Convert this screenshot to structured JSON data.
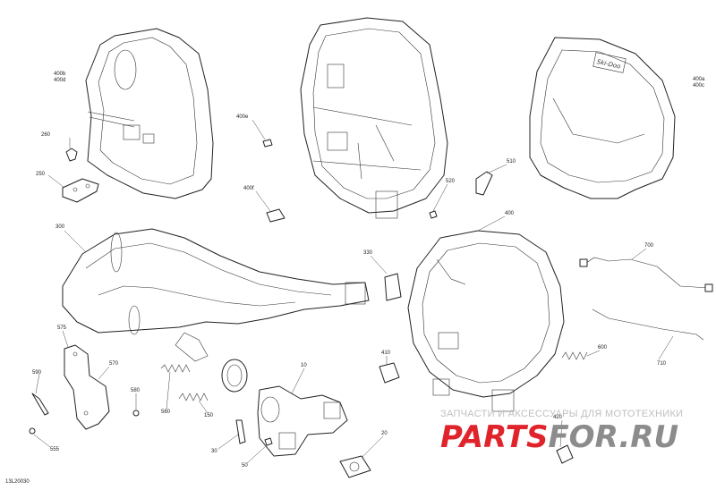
{
  "diagram": {
    "reference_code": "13L20030",
    "callouts": [
      {
        "id": "c-400b-400d",
        "text": "400b\n400d"
      },
      {
        "id": "c-400e",
        "text": "400e"
      },
      {
        "id": "c-400a-400c",
        "text": "400a\n400c"
      },
      {
        "id": "c-260",
        "text": "260"
      },
      {
        "id": "c-250",
        "text": "250"
      },
      {
        "id": "c-400f",
        "text": "400f"
      },
      {
        "id": "c-510",
        "text": "510"
      },
      {
        "id": "c-520",
        "text": "520"
      },
      {
        "id": "c-400",
        "text": "400"
      },
      {
        "id": "c-300",
        "text": "300"
      },
      {
        "id": "c-330",
        "text": "330"
      },
      {
        "id": "c-700",
        "text": "700"
      },
      {
        "id": "c-710",
        "text": "710"
      },
      {
        "id": "c-575",
        "text": "575"
      },
      {
        "id": "c-570",
        "text": "570"
      },
      {
        "id": "c-590",
        "text": "590"
      },
      {
        "id": "c-580",
        "text": "580"
      },
      {
        "id": "c-555",
        "text": "555"
      },
      {
        "id": "c-560",
        "text": "560"
      },
      {
        "id": "c-150",
        "text": "150"
      },
      {
        "id": "c-10",
        "text": "10"
      },
      {
        "id": "c-410",
        "text": "410"
      },
      {
        "id": "c-600",
        "text": "600"
      },
      {
        "id": "c-30",
        "text": "30"
      },
      {
        "id": "c-50",
        "text": "50"
      },
      {
        "id": "c-20",
        "text": "20"
      },
      {
        "id": "c-420",
        "text": "420"
      }
    ],
    "cover_lettering": "Ski-Doo"
  },
  "watermark": {
    "tagline": "ЗАПЧАСТИ И АКСЕССУАРЫ ДЛЯ МОТОТЕХНИКИ",
    "brand_part1": "PARTS",
    "brand_part2": "FOR.RU",
    "colors": {
      "brand_red": "#e0242c",
      "brand_grey": "#8c8c8c",
      "tagline_grey": "#bdbdbd"
    }
  }
}
